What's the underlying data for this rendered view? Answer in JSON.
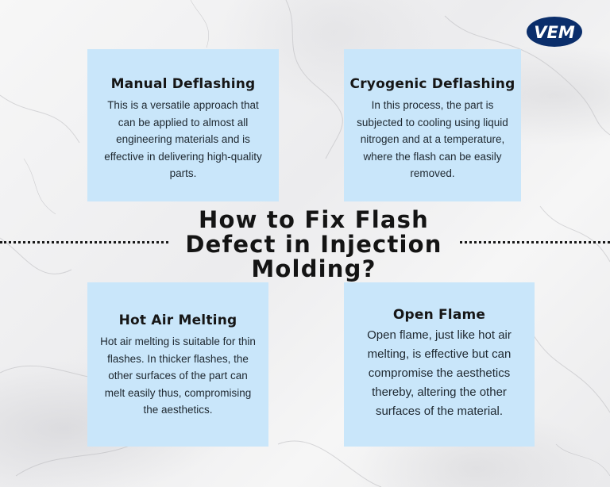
{
  "logo": {
    "text": "VEM",
    "color": "#0b2e6b"
  },
  "title": {
    "line1": "How to Fix Flash",
    "line2": "Defect in Injection",
    "line3": "Molding?"
  },
  "cards": {
    "manual": {
      "heading": "Manual Deflashing",
      "lines": [
        "This is a versatile approach that",
        "can be applied to almost all",
        "engineering materials and is",
        "effective in delivering high-quality",
        "parts."
      ]
    },
    "cryogenic": {
      "heading": "Cryogenic Deflashing",
      "lines": [
        "In this process, the part is",
        "subjected to cooling using liquid",
        "nitrogen and at a temperature,",
        "where the flash can be easily",
        "removed."
      ]
    },
    "hotair": {
      "heading": "Hot Air Melting",
      "lines": [
        "Hot air melting is suitable for thin",
        "flashes. In thicker flashes, the",
        "other surfaces of the part can",
        "melt easily thus, compromising",
        "the aesthetics."
      ]
    },
    "flame": {
      "heading": "Open Flame",
      "lines": [
        "Open flame, just like hot air",
        "melting, is effective but can",
        "compromise the aesthetics",
        "thereby, altering the other",
        "surfaces of the material."
      ]
    }
  },
  "colors": {
    "card_bg": "#c9e6fa",
    "text": "#161616"
  }
}
